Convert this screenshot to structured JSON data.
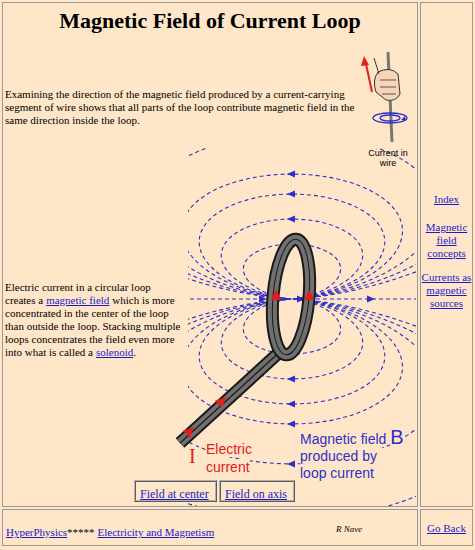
{
  "diagram": {
    "title": "Magnetic Field of Current Loop",
    "nodes": [
      {
        "text": [
          "Magnetic Field of Current Loop"
        ]
      },
      {
        "text": [
          "Field at center"
        ],
        "in": 0
      },
      {
        "text": [
          "Field on axis"
        ],
        "in": 0
      },
      {
        "text": [
          "Index",
          "Magnetic field concepts",
          "Currents as magnetic sources"
        ]
      },
      {
        "text": [
          "HyperPhysics",
          "*****",
          "Electricity and Magnetism",
          "R Nave"
        ]
      },
      {
        "text": [
          "Go Back"
        ]
      }
    ],
    "labels": [
      "Examining the direction of the magnetic field produced by a current-carrying segment of wire shows that all parts of the loop contribute magnetic field in the same direction inside the loop.",
      "Current in wire",
      "Electric current in a circular loop creates a",
      "magnetic field",
      "which is more concentrated in the center of the loop than outside the loop. Stacking multiple loops concentrates the field even more into what is called a",
      "solenoid",
      ".",
      "Electric current",
      "I",
      "Magnetic field",
      "B",
      "produced by loop current"
    ]
  }
}
